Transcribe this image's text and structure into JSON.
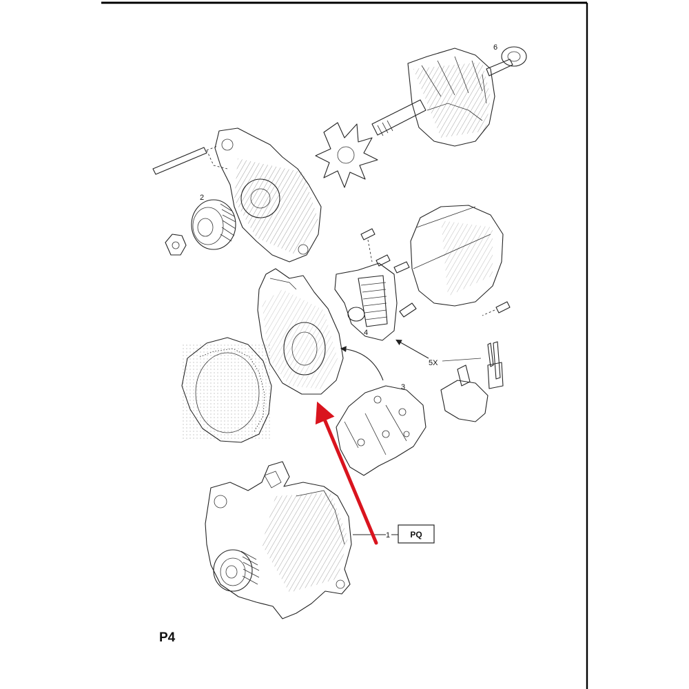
{
  "page": {
    "id": "P4"
  },
  "callouts": {
    "bearing": "6",
    "pulley": "2",
    "rectifier": "3",
    "regulator": "4",
    "brushes": "5X",
    "alternator": "1"
  },
  "part_box": {
    "code": "PQ"
  },
  "colors": {
    "highlight_arrow": "#d9141e",
    "line_art": "#222222",
    "frame": "#000000"
  }
}
